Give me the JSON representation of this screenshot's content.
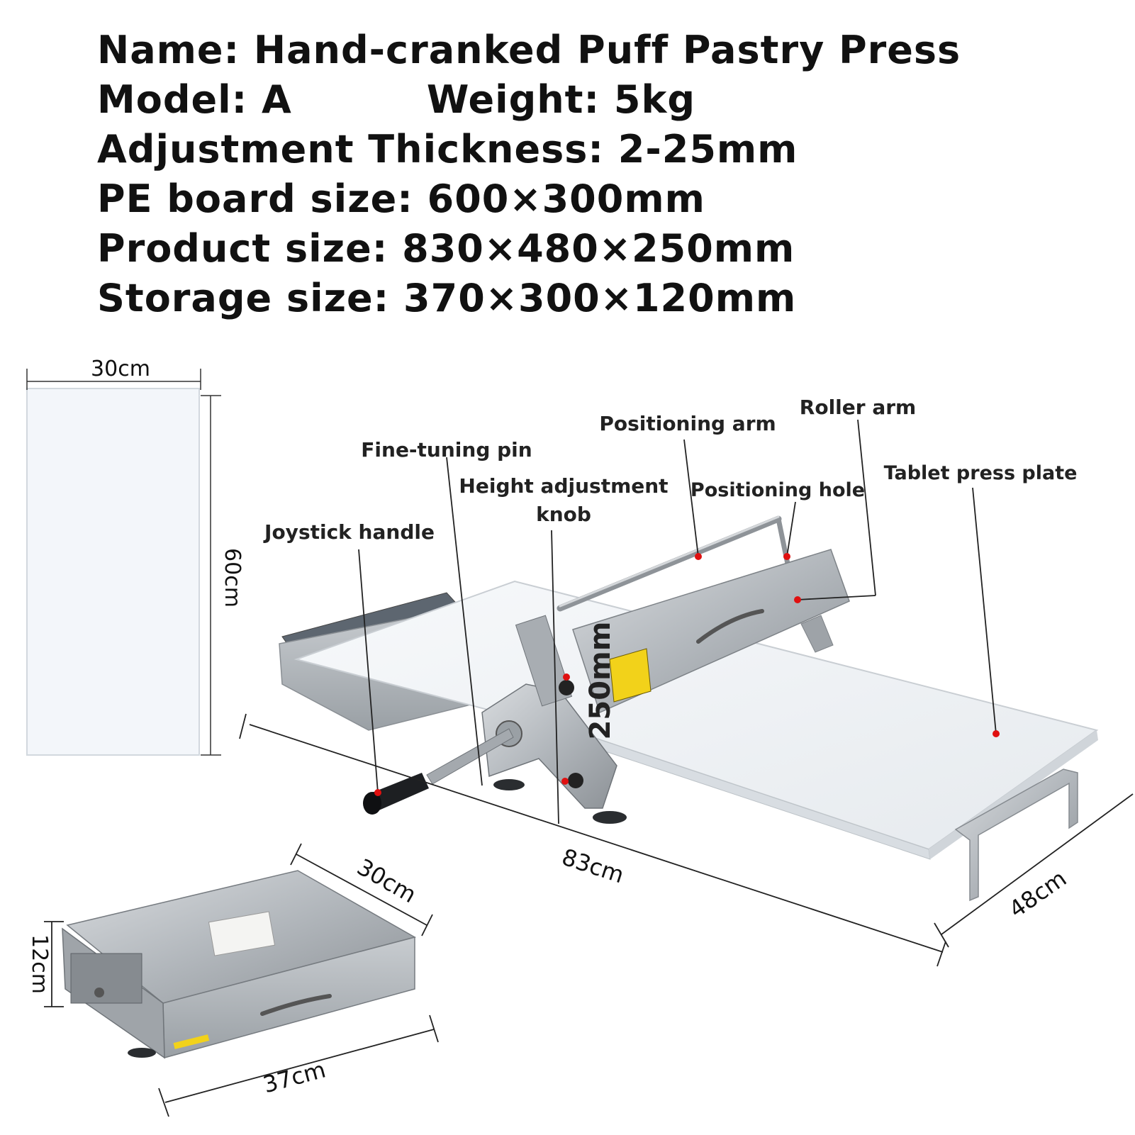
{
  "specs": {
    "name": "Name: Hand-cranked Puff Pastry Press",
    "model": "Model: A",
    "weight": "Weight: 5kg",
    "thickness": "Adjustment Thickness: 2-25mm",
    "pe_board": "PE board size: 600×300mm",
    "product_size": "Product size: 830×480×250mm",
    "storage_size": "Storage size: 370×300×120mm"
  },
  "board": {
    "width_label": "30cm",
    "height_label": "60cm"
  },
  "machine": {
    "labels": {
      "fine_tuning_pin": "Fine-tuning pin",
      "positioning_arm": "Positioning arm",
      "roller_arm": "Roller arm",
      "height_adjustment_knob_line1": "Height adjustment",
      "height_adjustment_knob_line2": "knob",
      "positioning_hole": "Positioning hole",
      "tablet_press_plate": "Tablet press plate",
      "joystick_handle": "Joystick handle"
    },
    "height_label": "250mm",
    "length_label": "83cm",
    "depth_label": "48cm"
  },
  "storage": {
    "depth_label": "30cm",
    "height_label": "12cm",
    "width_label": "37cm"
  },
  "colors": {
    "steel": "#b8bcc0",
    "steel_dark": "#8a8f94",
    "board": "#f4f6f8",
    "marker": "#e01010"
  }
}
